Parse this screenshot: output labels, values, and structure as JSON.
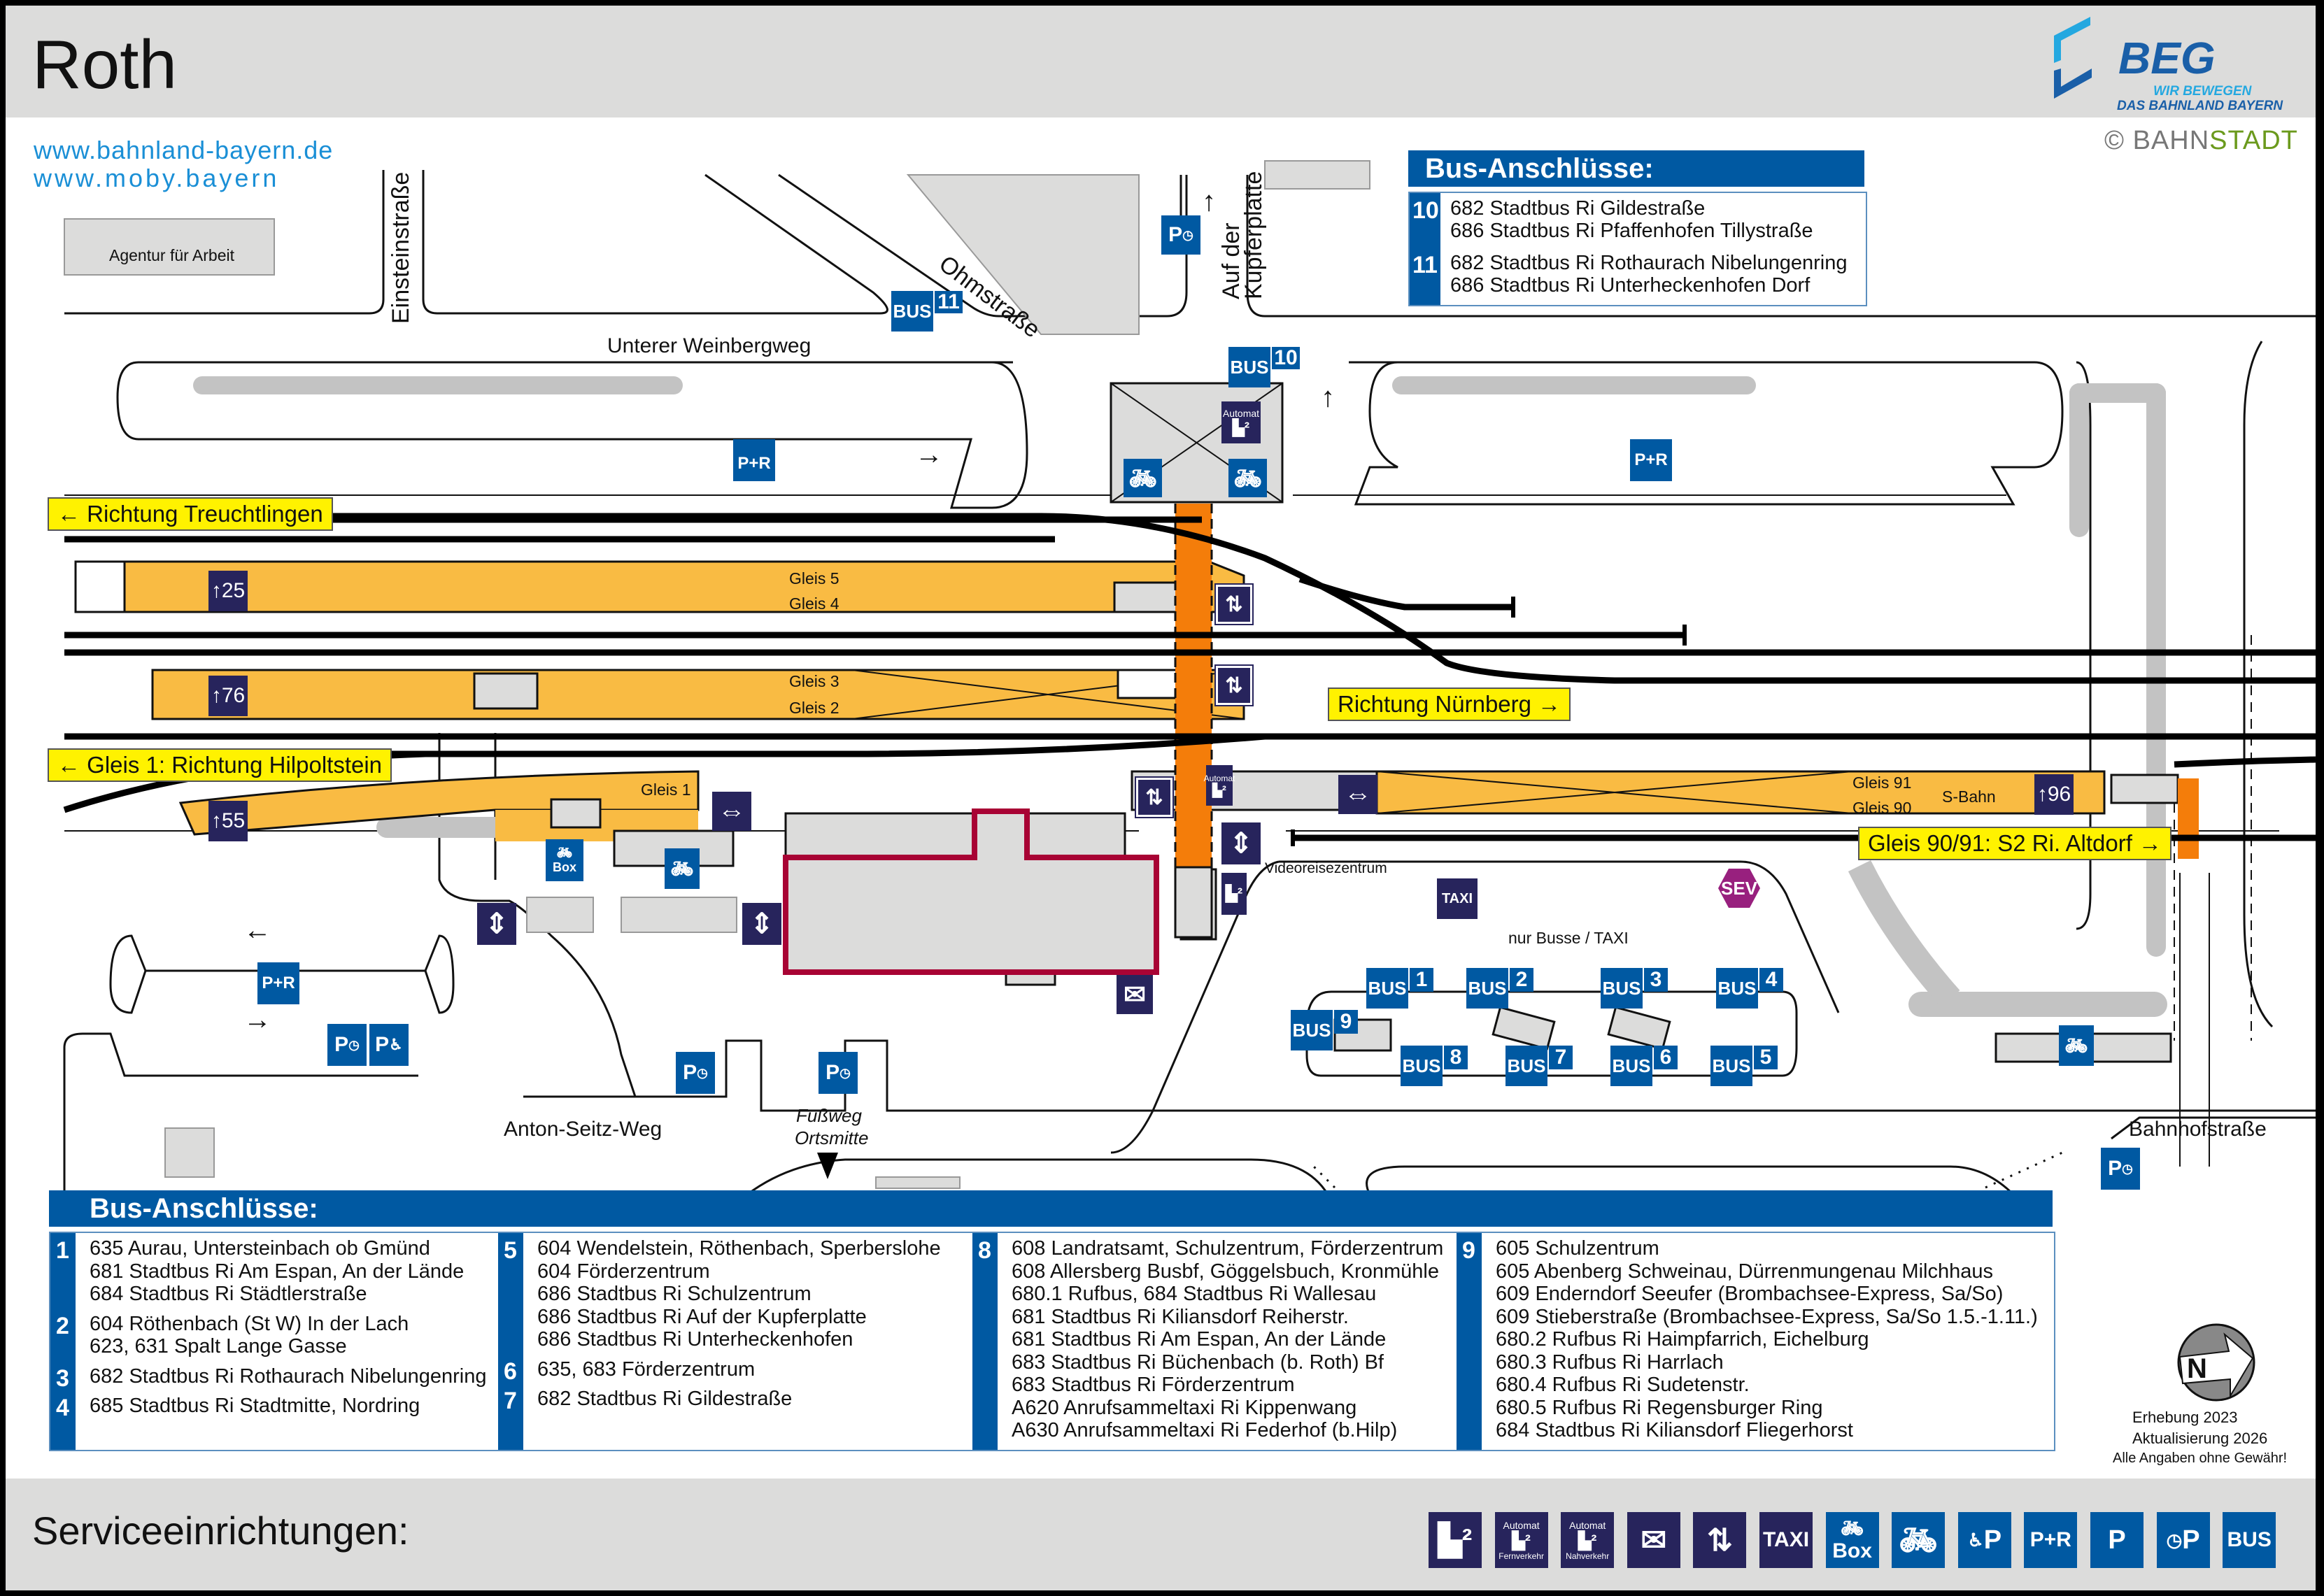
{
  "header": {
    "station_name": "Roth",
    "logo": {
      "name": "BEG",
      "tagline_line1": "WIR BEWEGEN",
      "tagline_line2": "DAS BAHNLAND BAYERN"
    },
    "links": [
      "www.bahnland-bayern.de",
      "www.moby.bayern"
    ],
    "copyright": {
      "symbol": "©",
      "part1": "BAHN",
      "part2": "STADT"
    }
  },
  "colors": {
    "bus_blue": "#0059a2",
    "navy": "#27245c",
    "platform": "#f9bb43",
    "underpass": "#f47d0a",
    "direction_sign": "#fff200",
    "station_building_border": "#a80334",
    "sev_purple": "#98207e",
    "header_gray": "#dcdcdb"
  },
  "map": {
    "streets": [
      "Einsteinstraße",
      "Ohmstraße",
      "Auf der",
      "Kupferplatte",
      "Unterer Weinbergweg",
      "Anton-Seitz-Weg",
      "Bahnhofstraße"
    ],
    "buildings": {
      "agentur": "Agentur für Arbeit"
    },
    "directions": {
      "treuchtlingen": "← Richtung Treuchtlingen",
      "nuernberg": "Richtung Nürnberg →",
      "hilpoltstein": "← Gleis 1: Richtung Hilpoltstein",
      "altdorf": "Gleis 90/91: S2 Ri. Altdorf →"
    },
    "platforms": {
      "gleis5": "Gleis 5",
      "gleis4": "Gleis 4",
      "gleis3": "Gleis 3",
      "gleis2": "Gleis 2",
      "gleis1": "Gleis 1",
      "gleis91": "Gleis 91",
      "gleis90": "Gleis 90",
      "sbahn": "S-Bahn"
    },
    "platform_heights": [
      "25",
      "76",
      "55",
      "96"
    ],
    "labels": {
      "videoreisezentrum": "Videoreisezentrum",
      "nur_busse": "nur Busse / TAXI",
      "fussweg_line1": "Fußweg",
      "fussweg_line2": "Ortsmitte",
      "automat": "Automat",
      "box": "Box",
      "taxi": "TAXI",
      "sev": "SEV",
      "bus": "BUS",
      "pr": "P+R",
      "p": "P"
    },
    "bus_stops": [
      "1",
      "2",
      "3",
      "4",
      "5",
      "6",
      "7",
      "8",
      "9",
      "10",
      "11"
    ]
  },
  "bus_top": {
    "title": "Bus-Anschlüsse:",
    "groups": [
      {
        "stop": "10",
        "lines": [
          "682 Stadtbus Ri Gildestraße",
          "686 Stadtbus Ri Pfaffenhofen Tillystraße"
        ]
      },
      {
        "stop": "11",
        "lines": [
          "682 Stadtbus Ri Rothaurach Nibelungenring",
          "686 Stadtbus Ri Unterheckenhofen Dorf"
        ]
      }
    ]
  },
  "bus_bottom": {
    "title": "Bus-Anschlüsse:",
    "columns": [
      [
        {
          "stop": "1",
          "lines": [
            "635 Aurau, Untersteinbach ob Gmünd",
            "681 Stadtbus Ri Am Espan, An der Lände",
            "684 Stadtbus Ri Städtlerstraße"
          ]
        },
        {
          "stop": "2",
          "lines": [
            "604 Röthenbach (St W) In der Lach",
            "623, 631 Spalt Lange Gasse"
          ]
        },
        {
          "stop": "3",
          "lines": [
            "682 Stadtbus Ri Rothaurach Nibelungenring"
          ]
        },
        {
          "stop": "4",
          "lines": [
            "685 Stadtbus Ri Stadtmitte, Nordring"
          ]
        }
      ],
      [
        {
          "stop": "5",
          "lines": [
            "604 Wendelstein, Röthenbach, Sperberslohe",
            "604 Förderzentrum",
            "686 Stadtbus Ri Schulzentrum",
            "686 Stadtbus Ri Auf der Kupferplatte",
            "686 Stadtbus Ri Unterheckenhofen"
          ]
        },
        {
          "stop": "6",
          "lines": [
            "635, 683 Förderzentrum"
          ]
        },
        {
          "stop": "7",
          "lines": [
            "682 Stadtbus Ri Gildestraße"
          ]
        }
      ],
      [
        {
          "stop": "8",
          "lines": [
            "608 Landratsamt, Schulzentrum, Förderzentrum",
            "608 Allersberg Busbf, Göggelsbuch, Kronmühle",
            "680.1 Rufbus, 684 Stadtbus Ri Wallesau",
            "681 Stadtbus Ri Kiliansdorf Reiherstr.",
            "681 Stadtbus Ri Am Espan, An der Lände",
            "683 Stadtbus Ri Büchenbach (b. Roth) Bf",
            "683 Stadtbus Ri Förderzentrum",
            "A620 Anrufsammeltaxi Ri Kippenwang",
            "A630 Anrufsammeltaxi Ri Federhof (b.Hilp)"
          ]
        }
      ],
      [
        {
          "stop": "9",
          "lines": [
            "605 Schulzentrum",
            "605 Abenberg Schweinau, Dürrenmungenau Milchhaus",
            "609 Enderndorf Seeufer (Brombachsee-Express, Sa/So)",
            "609 Stieberstraße (Brombachsee-Express, Sa/So 1.5.-1.11.)",
            "680.2 Rufbus Ri Haimpfarrich, Eichelburg",
            "680.3 Rufbus Ri Harrlach",
            "680.4 Rufbus Ri Sudetenstr.",
            "680.5 Rufbus Ri Regensburger Ring",
            "684 Stadtbus Ri Kiliansdorf Fliegerhorst"
          ]
        }
      ]
    ]
  },
  "notes": {
    "compass": "N",
    "erhebung": "Erhebung 2023",
    "aktualisierung": "Aktualisierung 2026",
    "disclaimer": "Alle Angaben ohne Gewähr!"
  },
  "footer": {
    "title": "Serviceeinrichtungen:",
    "icons": [
      {
        "name": "ticket-machine-icon",
        "label": "",
        "color": "navy"
      },
      {
        "name": "ticket-machine-fernverkehr-icon",
        "label": "Automat",
        "sub": "Fernverkehr",
        "color": "navy"
      },
      {
        "name": "ticket-machine-nahverkehr-icon",
        "label": "Automat",
        "sub": "Nahverkehr",
        "color": "navy"
      },
      {
        "name": "mailbox-icon",
        "label": "",
        "color": "navy"
      },
      {
        "name": "elevator-icon",
        "label": "",
        "color": "navy"
      },
      {
        "name": "taxi-icon",
        "label": "TAXI",
        "color": "navy"
      },
      {
        "name": "bike-box-icon",
        "label": "Box",
        "color": "blue"
      },
      {
        "name": "bike-parking-icon",
        "label": "",
        "color": "blue"
      },
      {
        "name": "disabled-parking-icon",
        "label": "P",
        "color": "blue"
      },
      {
        "name": "park-and-ride-icon",
        "label": "P+R",
        "color": "blue"
      },
      {
        "name": "parking-icon",
        "label": "P",
        "color": "blue"
      },
      {
        "name": "short-term-parking-icon",
        "label": "P",
        "color": "blue"
      },
      {
        "name": "bus-icon",
        "label": "BUS",
        "color": "blue"
      }
    ]
  }
}
